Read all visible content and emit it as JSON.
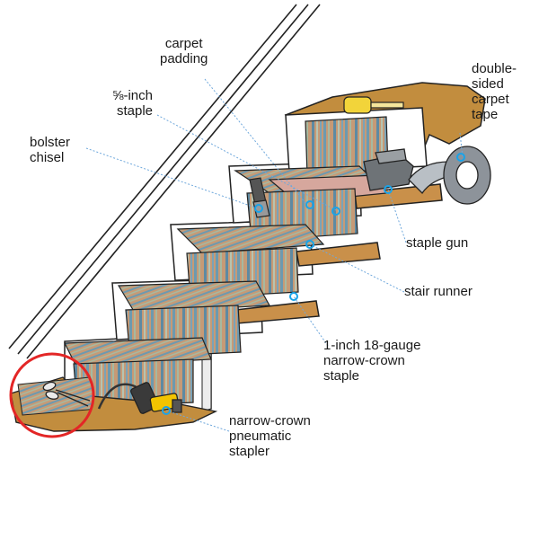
{
  "colors": {
    "callout_dot": "#1aa3e8",
    "callout_line": "#6fa8dc",
    "highlight_circle": "#e32626",
    "tread": "#c9904a",
    "riser": "#ffffff",
    "runner_base": "#c69a76",
    "runner_stripe_a": "#6c9ab0",
    "runner_stripe_b": "#a7b9a0",
    "padding_pink": "#d6a79d",
    "tape_gray": "#8d939a",
    "landing": "#c28d3e"
  },
  "icons": [
    "scissors-icon",
    "pneumatic-stapler-icon",
    "staple-gun-icon",
    "tape-measure-icon",
    "carpet-tape-roll-icon",
    "bolster-chisel-icon"
  ],
  "labels": {
    "carpet_padding": "carpet\npadding",
    "staple_5_8": "⅝-inch\nstaple",
    "bolster_chisel": "bolster\nchisel",
    "double_sided_tape": "double-\nsided\ncarpet\ntape",
    "staple_gun": "staple gun",
    "stair_runner": "stair runner",
    "narrow_crown_staple": "1-inch 18-gauge\nnarrow-crown\nstaple",
    "pneumatic_stapler": "narrow-crown\npneumatic\nstapler"
  }
}
